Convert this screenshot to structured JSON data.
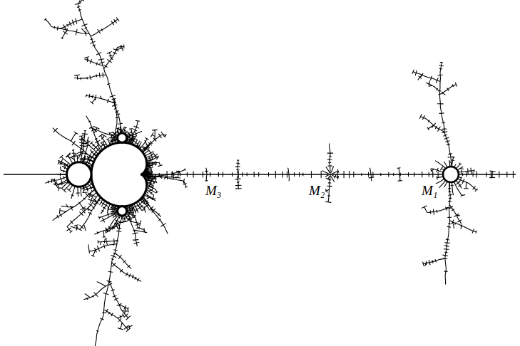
{
  "diagram": {
    "labels": [
      "M₃",
      "M₂",
      "M₁"
    ]
  }
}
